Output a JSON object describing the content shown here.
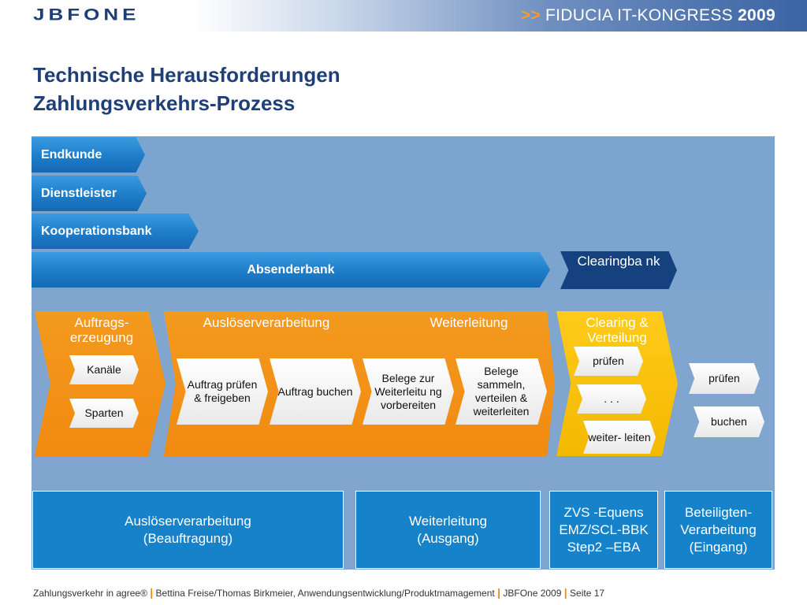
{
  "header": {
    "logo": "JBFONE",
    "congress_arrows": ">>",
    "congress_text": "FIDUCIA IT-KONGRESS",
    "congress_year": "2009"
  },
  "title": {
    "line1": "Technische Herausforderungen",
    "line2": "Zahlungsverkehrs-Prozess"
  },
  "bars": {
    "endkunde": "Endkunde",
    "dienstleister": "Dienstleister",
    "kooperationsbank": "Kooperationsbank",
    "absenderbank": "Absenderbank",
    "clearingbank": "Clearingba nk"
  },
  "stages": {
    "auftrags": "Auftrags- erzeugung",
    "ausloeser": "Auslöserverarbeitung",
    "weiterleitung": "Weiterleitung",
    "clearing": "Clearing & Verteilung"
  },
  "chips": {
    "kanaele": "Kanäle",
    "sparten": "Sparten",
    "auftrag_pruefen": "Auftrag prüfen & freigeben",
    "auftrag_buchen": "Auftrag buchen",
    "belege_zur": "Belege zur Weiterleitu ng vorbereiten",
    "belege_sammeln": "Belege sammeln, verteilen & weiterleiten",
    "clearing_pruefen": "prüfen",
    "clearing_dots": ". . .",
    "clearing_weiter": "weiter- leiten",
    "empf_pruefen": "prüfen",
    "empf_buchen": "buchen"
  },
  "boxes": {
    "b1_line1": "Auslöserverarbeitung",
    "b1_line2": "(Beauftragung)",
    "b2_line1": "Weiterleitung",
    "b2_line2": "(Ausgang)",
    "b3_line1": "ZVS -Equens",
    "b3_line2": "EMZ/SCL-BBK",
    "b3_line3": "Step2 –EBA",
    "b4_line1": "Beteiligten-",
    "b4_line2": "Verarbeitung",
    "b4_line3": "(Eingang)"
  },
  "footer": {
    "part1": "Zahlungsverkehr in agree®",
    "sep": "|",
    "part2": "Bettina Freise/Thomas Birkmeier, Anwendungsentwicklung/Produktmamagement",
    "part3": "JBFOne 2009",
    "part4": "Seite 17"
  }
}
